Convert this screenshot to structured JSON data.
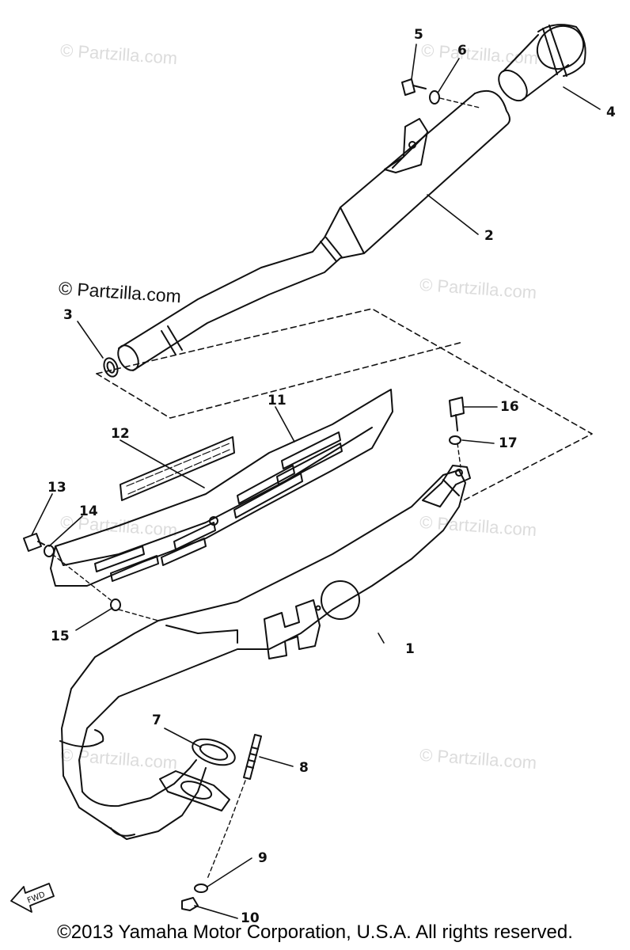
{
  "watermarks": {
    "faint": "© Partzilla.com",
    "strong": "© Partzilla.com"
  },
  "fwd_label": "FWD",
  "callouts": {
    "c1": "1",
    "c2": "2",
    "c3": "3",
    "c4": "4",
    "c5": "5",
    "c6": "6",
    "c7": "7",
    "c8": "8",
    "c9": "9",
    "c10": "10",
    "c11": "11",
    "c12": "12",
    "c13": "13",
    "c14": "14",
    "c15": "15",
    "c16": "16",
    "c17": "17"
  },
  "footer": "©2013  Yamaha Motor Corporation, U.S.A. All rights reserved."
}
